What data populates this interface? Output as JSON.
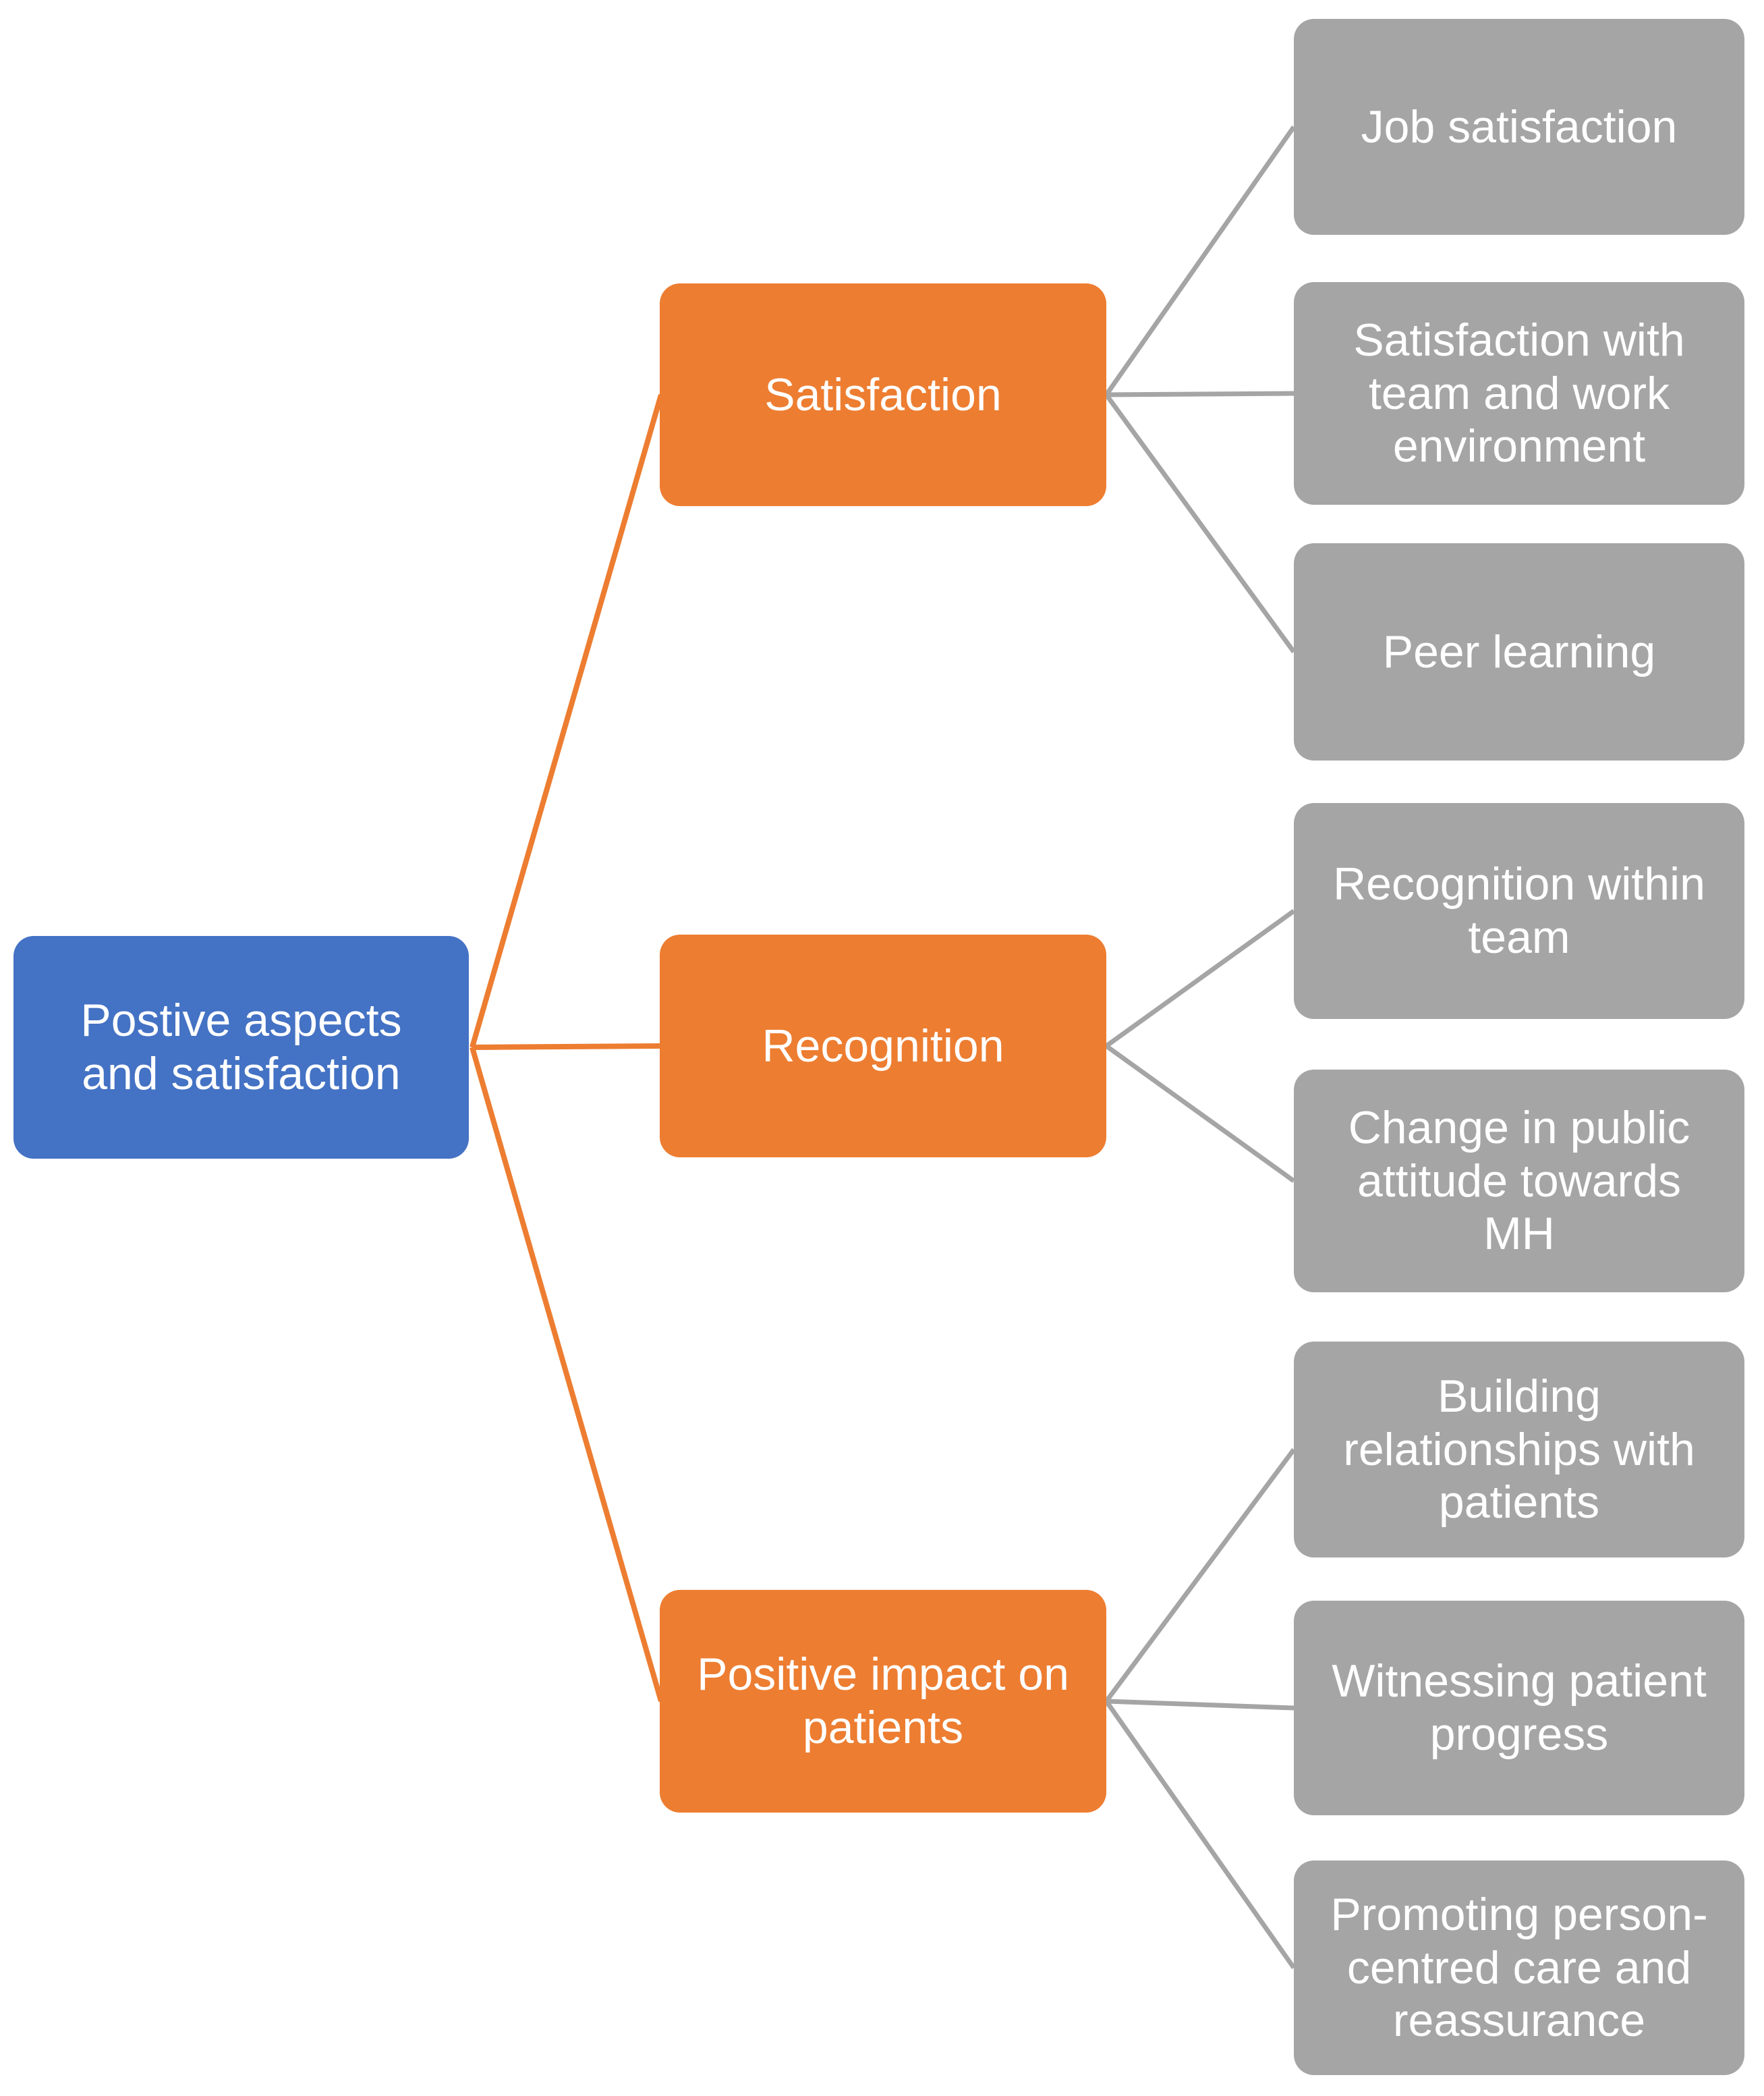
{
  "diagram": {
    "type": "hierarchy",
    "root": {
      "label": "Postive aspects\nand satisfaction"
    },
    "branches": [
      {
        "label": "Satisfaction",
        "children": [
          {
            "label": "Job satisfaction"
          },
          {
            "label": "Satisfaction with\nteam and work\nenvironment"
          },
          {
            "label": "Peer learning"
          }
        ]
      },
      {
        "label": "Recognition",
        "children": [
          {
            "label": "Recognition within\nteam"
          },
          {
            "label": "Change in public\nattitude towards\nMH"
          }
        ]
      },
      {
        "label": "Positive impact on\npatients",
        "children": [
          {
            "label": "Building\nrelationships with\npatients"
          },
          {
            "label": "Witnessing patient\nprogress"
          },
          {
            "label": "Promoting person-\ncentred care and\nreassurance"
          }
        ]
      }
    ],
    "colors": {
      "root": "#4472C4",
      "branch": "#ED7D31",
      "leaf": "#A5A5A5",
      "line_branch": "#ED7D31",
      "line_leaf": "#A5A5A5",
      "text": "#FFFFFF",
      "background": "#FFFFFF"
    }
  }
}
